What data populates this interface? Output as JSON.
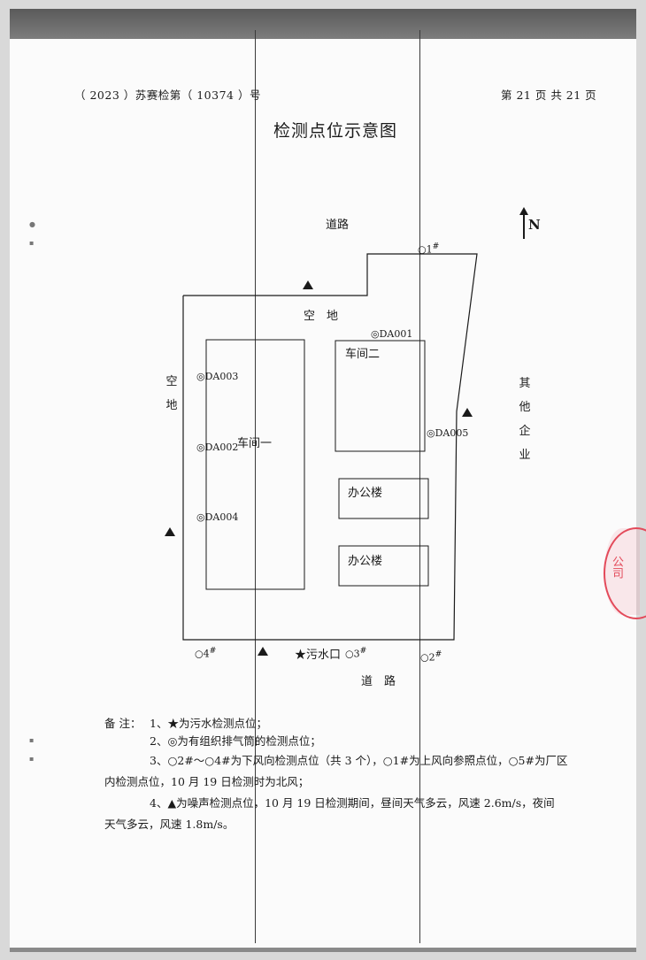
{
  "header": {
    "report_no": "（ 2023 ）苏赛检第（ 10374 ）号",
    "page": "第 21 页 共 21 页"
  },
  "title": "检测点位示意图",
  "map": {
    "road_top": "道路",
    "north": "N",
    "open_top": "空　地",
    "open_left": "空地",
    "other_company": "其他企业",
    "workshop1": "车间一",
    "workshop2": "车间二",
    "office1": "办公楼",
    "office2": "办公楼",
    "road_bottom": "道　路",
    "sewage": "★污水口",
    "points": {
      "p1": "○1<sup>#</sup>",
      "p2": "○2<sup>#</sup>",
      "p3": "○3<sup>#</sup>",
      "p4": "○4<sup>#</sup>",
      "da001": "◎DA001",
      "da002": "◎DA002",
      "da003": "◎DA003",
      "da004": "◎DA004",
      "da005": "◎DA005"
    }
  },
  "notes": {
    "label": "备 注：",
    "n1": "1、★为污水检测点位；",
    "n2": "2、◎为有组织排气筒的检测点位；",
    "n3a": "3、○2#～○4#为下风向检测点位（共 3 个），○1#为上风向参照点位，○5#为厂区",
    "n3b": "内检测点位，10 月 19 日检测时为北风；",
    "n4a": "4、▲为噪声检测点位，10 月 19 日检测期间，昼间天气多云，风速 2.6m/s，夜间",
    "n4b": "天气多云，风速 1.8m/s。"
  },
  "stamp_text": "公司",
  "colors": {
    "stamp": "#e34a5a",
    "ink": "#1a1a1a"
  }
}
